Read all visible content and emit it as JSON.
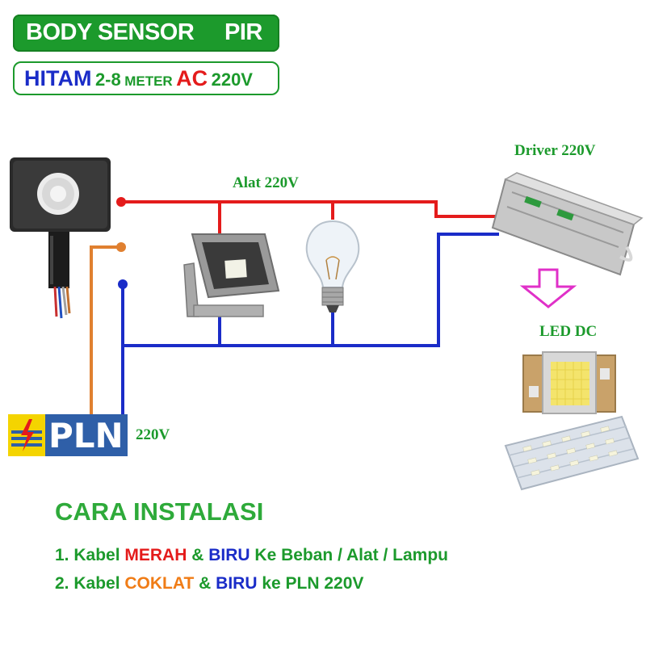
{
  "header": {
    "title_left": "BODY SENSOR",
    "title_right": "PIR",
    "spec_part1": "HITAM",
    "spec_part2": "2-8",
    "spec_part3": "METER",
    "spec_part4": "AC",
    "spec_part5": "220V"
  },
  "labels": {
    "alat": "Alat 220V",
    "driver": "Driver 220V",
    "led": "LED DC",
    "pln_voltage": "220V",
    "pln_logo": "PLN"
  },
  "instructions": {
    "title": "CARA INSTALASI",
    "step1": {
      "prefix": "1. Kabel ",
      "color1": "MERAH",
      "amp": " & ",
      "color2": "BIRU",
      "suffix": " Ke Beban / Alat / Lampu"
    },
    "step2": {
      "prefix": "2. Kabel ",
      "color1": "COKLAT",
      "amp": " & ",
      "color2": "BIRU",
      "suffix": " ke PLN 220V"
    }
  },
  "colors": {
    "red_wire": "#e41b1b",
    "blue_wire": "#1a2cc8",
    "brown_wire": "#e08030",
    "green": "#1c9a2c",
    "arrow": "#e030c8"
  }
}
